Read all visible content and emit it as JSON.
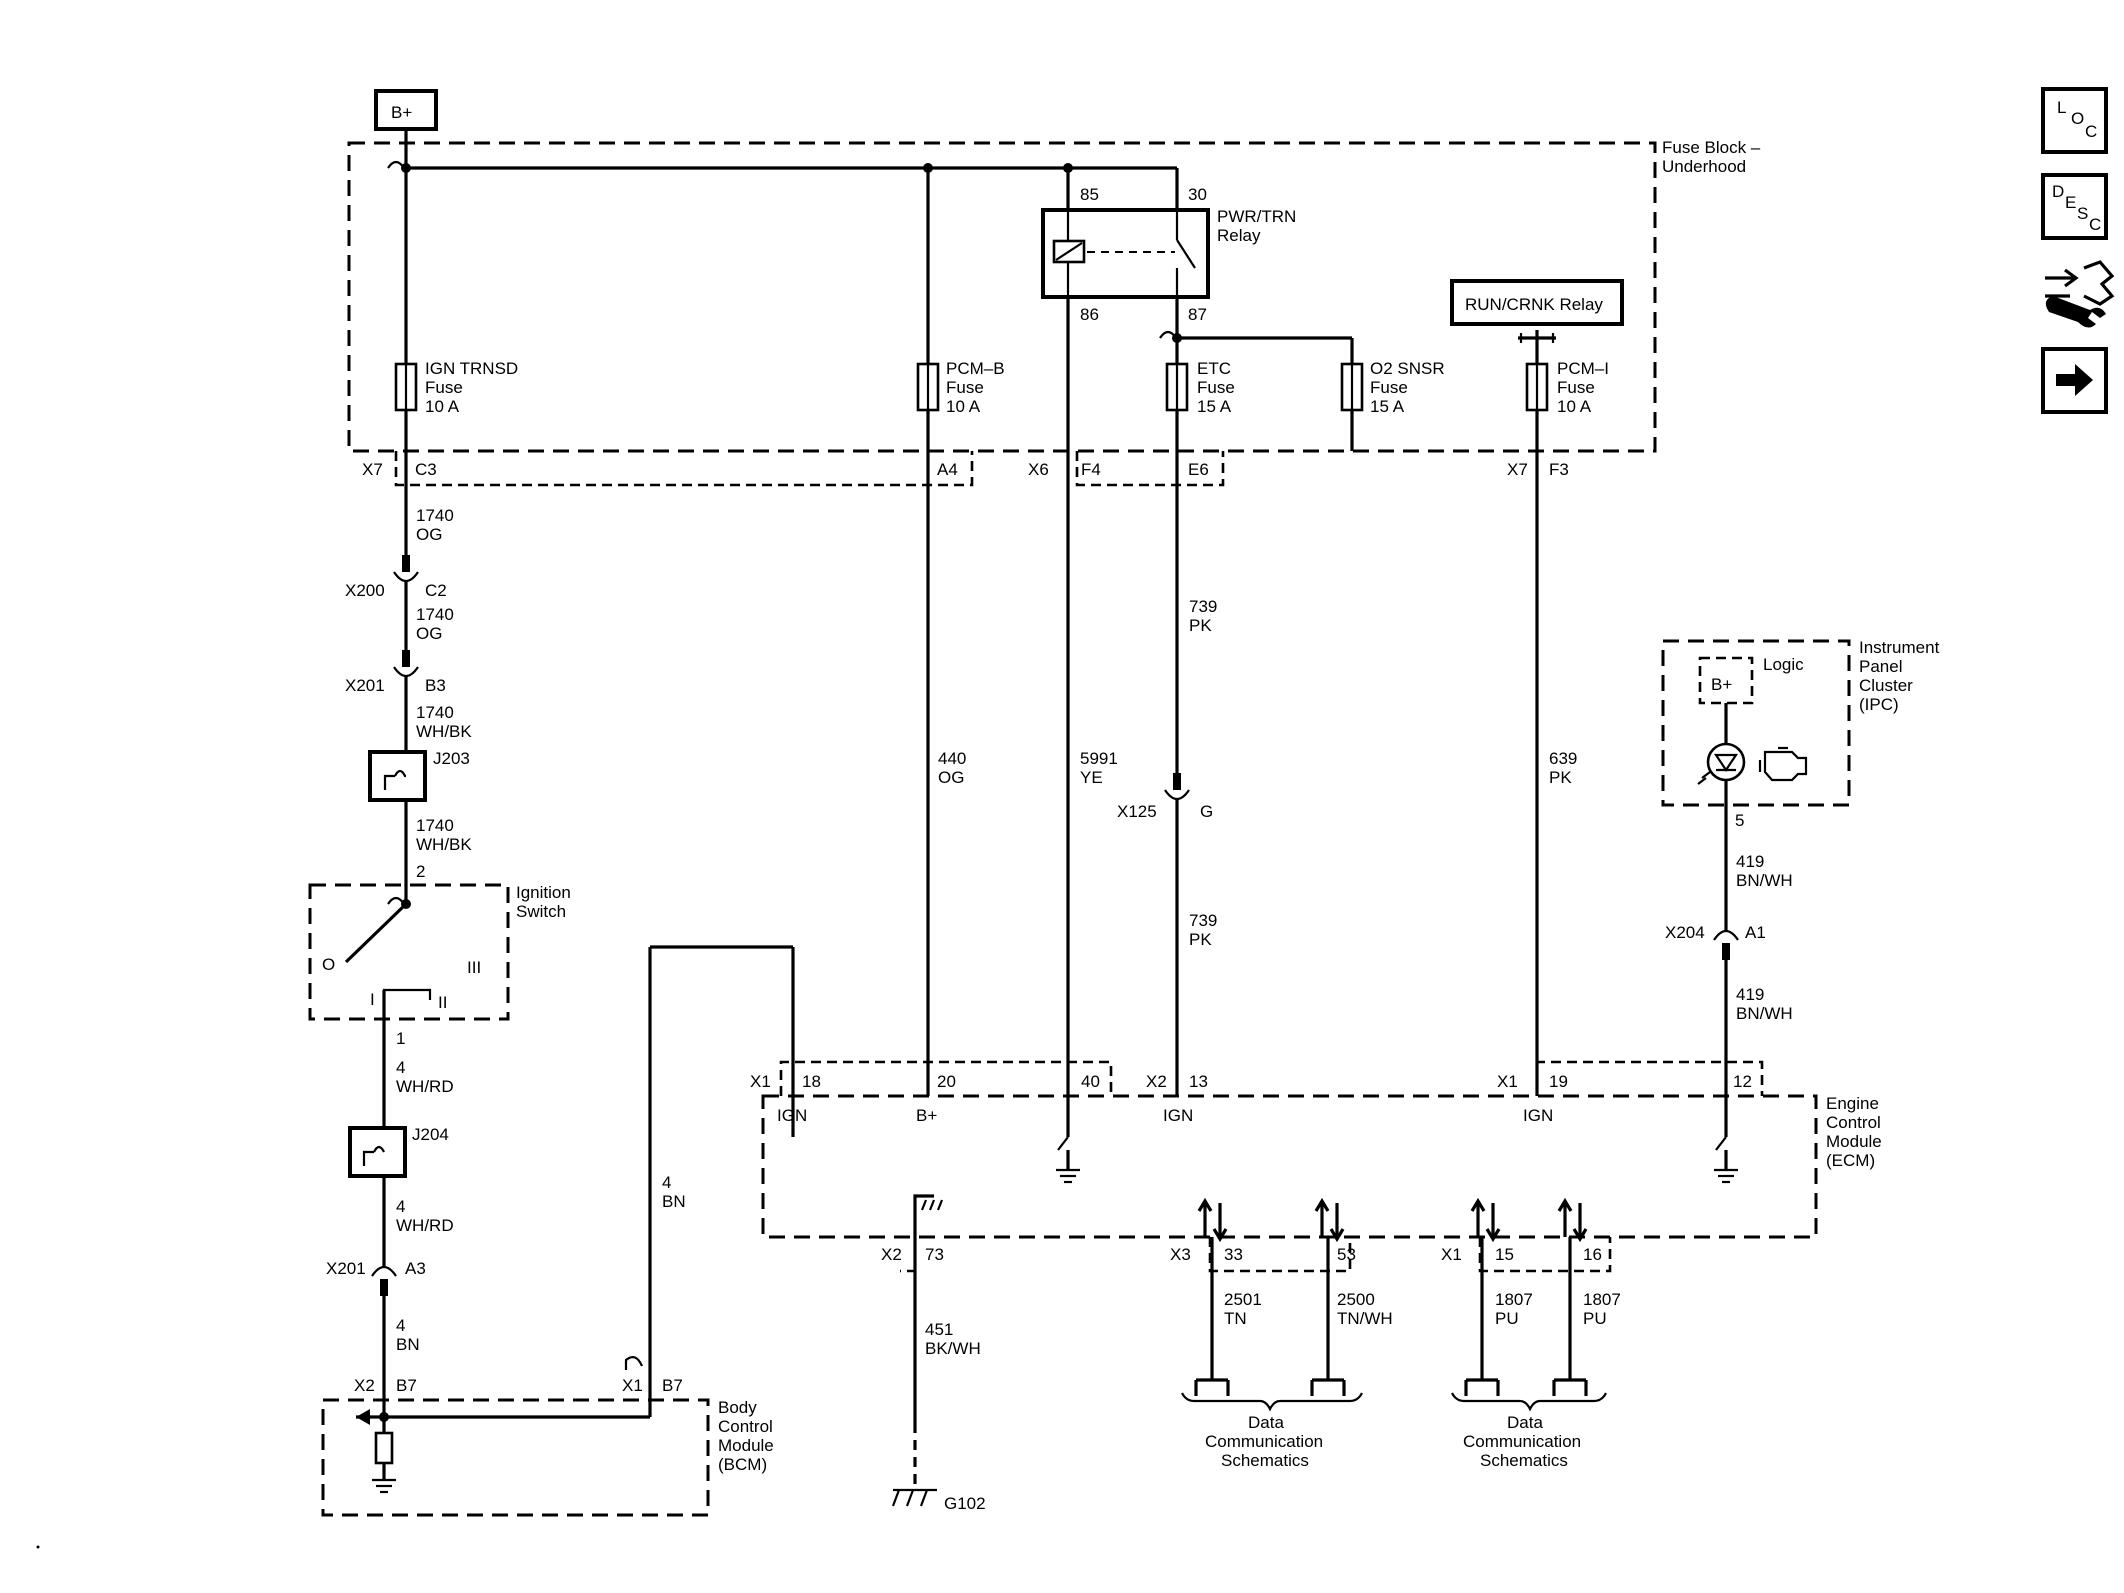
{
  "battery": "B+",
  "fuse_block": {
    "line1": "Fuse Block –",
    "line2": "Underhood"
  },
  "relay": {
    "name1": "PWR/TRN",
    "name2": "Relay",
    "pin85": "85",
    "pin30": "30",
    "pin86": "86",
    "pin87": "87"
  },
  "run_crnk_relay": "RUN/CRNK Relay",
  "fuses": {
    "ign_trnsd": [
      "IGN TRNSD",
      "Fuse",
      "10 A"
    ],
    "pcm_b": [
      "PCM–B",
      "Fuse",
      "10 A"
    ],
    "etc": [
      "ETC",
      "Fuse",
      "15 A"
    ],
    "o2": [
      "O2 SNSR",
      "Fuse",
      "15 A"
    ],
    "pcm_i": [
      "PCM–I",
      "Fuse",
      "10 A"
    ]
  },
  "fb_connectors": {
    "x7a": "X7",
    "c3": "C3",
    "a4": "A4",
    "x6": "X6",
    "f4": "F4",
    "e6": "E6",
    "x7b": "X7",
    "f3": "F3"
  },
  "left_branch": {
    "w1740a": [
      "1740",
      "OG"
    ],
    "x200": "X200",
    "c2": "C2",
    "w1740b": [
      "1740",
      "OG"
    ],
    "x201a": "X201",
    "b3": "B3",
    "w1740c": [
      "1740",
      "WH/BK"
    ],
    "j203": "J203",
    "w1740d": [
      "1740",
      "WH/BK"
    ],
    "pin2": "2",
    "ign_switch": [
      "Ignition",
      "Switch"
    ],
    "pos_o": "O",
    "pos_i": "I",
    "pos_ii": "II",
    "pos_iii": "III",
    "pin1": "1",
    "w4a": [
      "4",
      "WH/RD"
    ],
    "j204": "J204",
    "w4b": [
      "4",
      "WH/RD"
    ],
    "x201b": "X201",
    "a3": "A3",
    "w4c": [
      "4",
      "BN"
    ],
    "x2": "X2",
    "b7a": "B7",
    "x1": "X1",
    "b7b": "B7",
    "w4d": [
      "4",
      "BN"
    ]
  },
  "bcm": [
    "Body",
    "Control",
    "Module",
    "(BCM)"
  ],
  "wires": {
    "w440": [
      "440",
      "OG"
    ],
    "w5991": [
      "5991",
      "YE"
    ],
    "w739a": [
      "739",
      "PK"
    ],
    "x125": "X125",
    "g": "G",
    "w739b": [
      "739",
      "PK"
    ],
    "w639": [
      "639",
      "PK"
    ]
  },
  "ipc": {
    "name": [
      "Instrument",
      "Panel",
      "Cluster",
      "(IPC)"
    ],
    "logic": "Logic",
    "bplus": "B+",
    "pin5": "5",
    "w419a": [
      "419",
      "BN/WH"
    ],
    "x204": "X204",
    "a1": "A1",
    "w419b": [
      "419",
      "BN/WH"
    ]
  },
  "ecm": {
    "name": [
      "Engine",
      "Control",
      "Module",
      "(ECM)"
    ],
    "x1a": "X1",
    "p18": "18",
    "p20": "20",
    "p40": "40",
    "x2": "X2",
    "p13": "13",
    "x1b": "X1",
    "p19": "19",
    "p12": "12",
    "ign1": "IGN",
    "bplus": "B+",
    "ign2": "IGN",
    "ign3": "IGN",
    "x2b": "X2",
    "p73": "73",
    "x3": "X3",
    "p33": "33",
    "p53": "53",
    "x1c": "X1",
    "p15": "15",
    "p16": "16"
  },
  "ground": {
    "w451": [
      "451",
      "BK/WH"
    ],
    "g102": "G102"
  },
  "data_wires": {
    "w2501": [
      "2501",
      "TN"
    ],
    "w2500": [
      "2500",
      "TN/WH"
    ],
    "w1807a": [
      "1807",
      "PU"
    ],
    "w1807b": [
      "1807",
      "PU"
    ]
  },
  "data_comm1": [
    "Data",
    "Communication",
    "Schematics"
  ],
  "data_comm2": [
    "Data",
    "Communication",
    "Schematics"
  ],
  "side_buttons": {
    "loc": [
      "L",
      "O",
      "C"
    ],
    "desc": [
      "D",
      "E",
      "S",
      "C"
    ],
    "icons": [
      "connector-wrench-icon",
      "arrow-right-icon"
    ]
  }
}
